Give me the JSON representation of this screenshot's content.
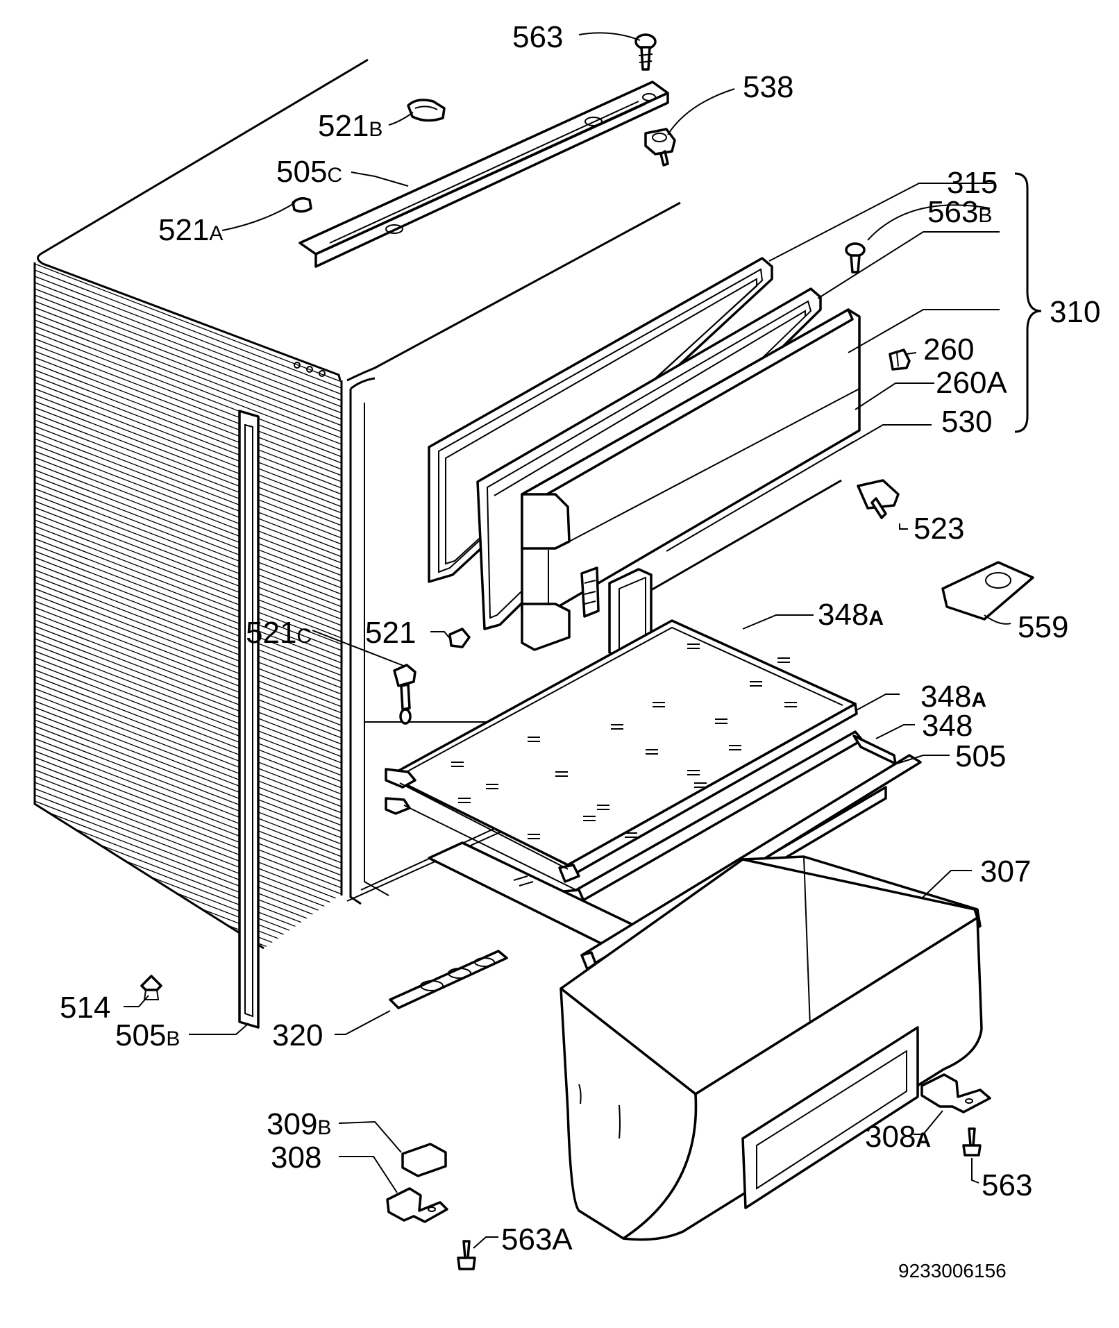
{
  "diagram": {
    "labels": {
      "l563_top": "563",
      "l538": "538",
      "l521b_n": "521",
      "l521b_s": "B",
      "l505c_n": "505",
      "l505c_s": "C",
      "l521a_n": "521",
      "l521a_s": "A",
      "l315": "315",
      "l563b_n": "563",
      "l563b_s": "B",
      "l310": "310",
      "l260": "260",
      "l260a_n": "260",
      "l260a_s": "A",
      "l530": "530",
      "l523": "523",
      "l559": "559",
      "l348a_1_n": "348",
      "l348a_1_s": "A",
      "l521c_n": "521",
      "l521c_s": "C",
      "l521": "521",
      "l348a_2_n": "348",
      "l348a_2_s": "A",
      "l348": "348",
      "l505": "505",
      "l307": "307",
      "l514": "514",
      "l505b_n": "505",
      "l505b_s": "B",
      "l320": "320",
      "l309b_n": "309",
      "l309b_s": "B",
      "l308": "308",
      "l308a_n": "308",
      "l308a_s": "A",
      "l563_right": "563",
      "l563a_n": "563",
      "l563a_s": "A"
    },
    "drawing_code": "9233006156"
  }
}
